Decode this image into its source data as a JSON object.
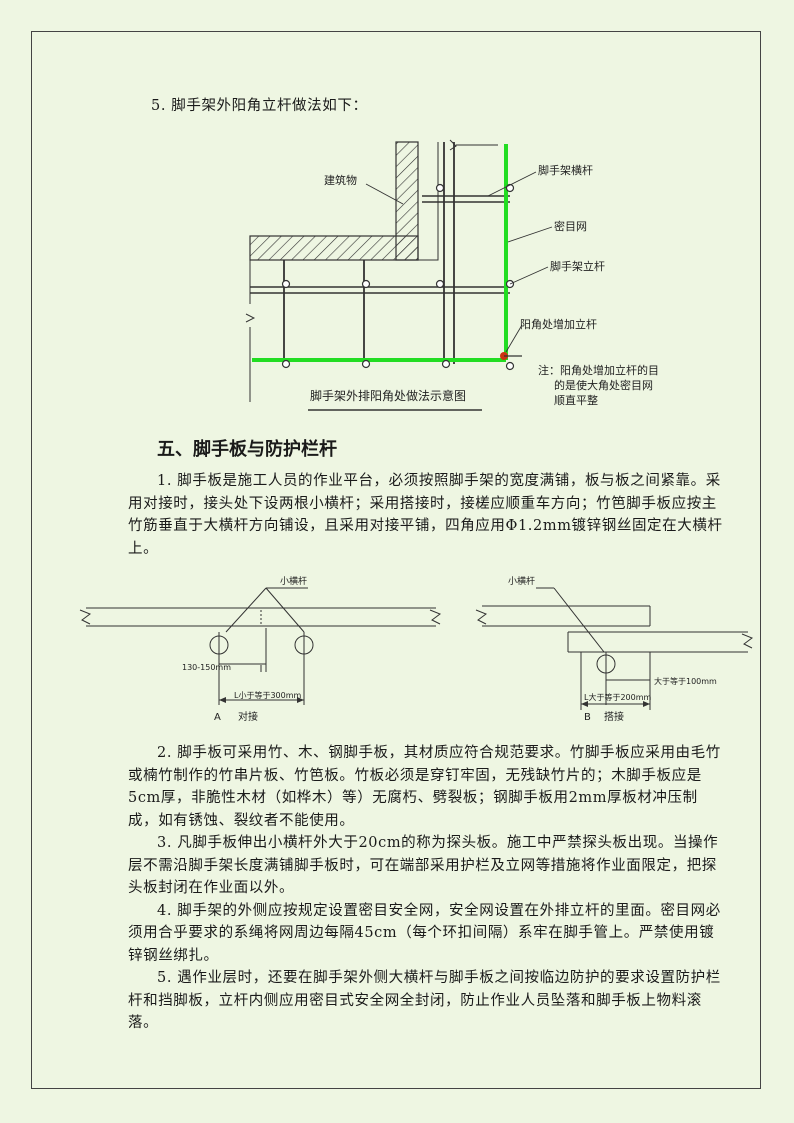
{
  "intro": "5. 脚手架外阳角立杆做法如下：",
  "fig1": {
    "labels": {
      "building": "建筑物",
      "ledger": "脚手架横杆",
      "net": "密目网",
      "standard": "脚手架立杆",
      "added": "阳角处增加立杆",
      "note": [
        "注：阳角处增加立杆的目",
        "的是使大角处密目网",
        "顺直平整"
      ]
    },
    "caption": "脚手架外排阳角处做法示意图"
  },
  "section_title": "五、脚手板与防护栏杆",
  "para1": "1. 脚手板是施工人员的作业平台，必须按照脚手架的宽度满铺，板与板之间紧靠。采用对接时，接头处下设两根小横杆；采用搭接时，接槎应顺重车方向；竹笆脚手板应按主竹筋垂直于大横杆方向铺设，且采用对接平铺，四角应用Φ1.2mm镀锌钢丝固定在大横杆上。",
  "fig2": {
    "left": {
      "label": "小横杆",
      "dim_small": "130-150mm",
      "dim_big": "L小于等于300mm",
      "tag": "A",
      "name": "对接"
    },
    "right": {
      "label": "小横杆",
      "dim_small": "大于等于100mm",
      "dim_big": "L大于等于200mm",
      "tag": "B",
      "name": "搭接"
    }
  },
  "paras": [
    "2. 脚手板可采用竹、木、钢脚手板，其材质应符合规范要求。竹脚手板应采用由毛竹或楠竹制作的竹串片板、竹笆板。竹板必须是穿钉牢固，无残缺竹片的；木脚手板应是5cm厚，非脆性木材（如桦木）等）无腐朽、劈裂板；钢脚手板用2mm厚板材冲压制成，如有锈蚀、裂纹者不能使用。",
    "3. 凡脚手板伸出小横杆外大于20cm的称为探头板。施工中严禁探头板出现。当操作层不需沿脚手架长度满铺脚手板时，可在端部采用护栏及立网等措施将作业面限定，把探头板封闭在作业面以外。",
    "4. 脚手架的外侧应按规定设置密目安全网，安全网设置在外排立杆的里面。密目网必须用合乎要求的系绳将网周边每隔45cm（每个环扣间隔）系牢在脚手管上。严禁使用镀锌钢丝绑扎。",
    "5. 遇作业层时，还要在脚手架外侧大横杆与脚手板之间按临边防护的要求设置防护栏杆和挡脚板，立杆内侧应用密目式安全网全封闭，防止作业人员坠落和脚手板上物料滚落。"
  ],
  "colors": {
    "page": "#eef6e2",
    "net": "#22dd22",
    "accent": "#cc3311"
  }
}
